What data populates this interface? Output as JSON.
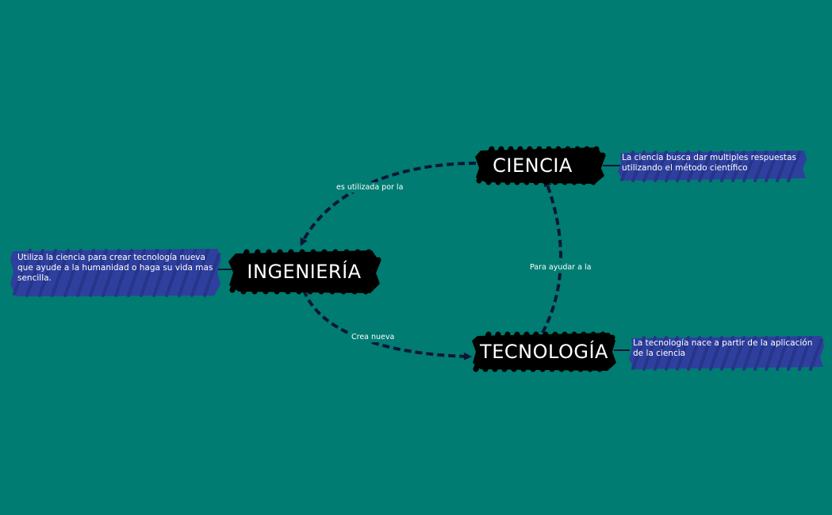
{
  "colors": {
    "background": "#007c72",
    "node_fill": "#000000",
    "note_fill": "#2e3f9e",
    "edge_color": "#0e1638",
    "text": "#ffffff"
  },
  "nodes": {
    "ciencia": "CIENCIA",
    "ingenieria": "INGENIERÍA",
    "tecnologia": "TECNOLOGÍA"
  },
  "notes": {
    "ciencia": "La ciencia busca dar multiples respuestas utilizando el método científico",
    "ingenieria": "Utiliza la ciencia para crear tecnología nueva que ayude a la humanidad o haga su vida mas sencilla.",
    "tecnologia": "La tecnología nace a partir de la aplicación de la ciencia"
  },
  "edges": {
    "ciencia_to_ingenieria": "es utilizada por la",
    "ingenieria_to_tecnologia": "Crea nueva",
    "tecnologia_to_ciencia": "Para ayudar a la"
  }
}
